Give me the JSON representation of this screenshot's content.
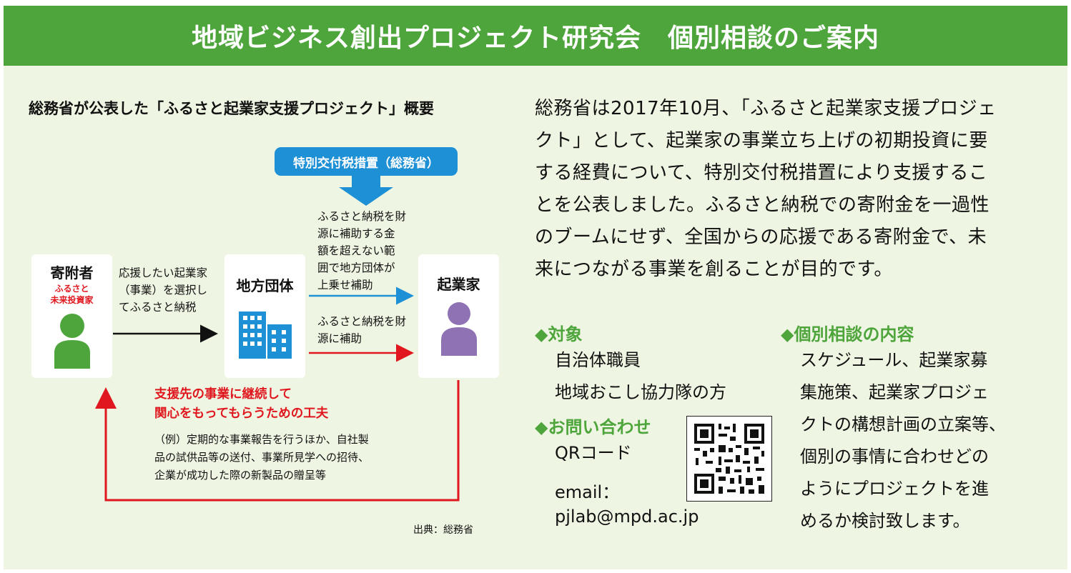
{
  "header": {
    "title": "地域ビジネス創出プロジェクト研究会　個別相談のご案内"
  },
  "diagram": {
    "title": "総務省が公表した「ふるさと起業家支援プロジェクト」概要",
    "tax_badge": "特別交付税措置（総務省）",
    "donor": {
      "label": "寄附者",
      "sub": [
        "ふるさと",
        "未来投資家"
      ]
    },
    "local_gov": {
      "label": "地方団体"
    },
    "entrepreneur": {
      "label": "起業家"
    },
    "arrow1_text": [
      "応援したい起業家",
      "（事業）を選択し",
      "てふるさと納税"
    ],
    "arrow_blue_text": [
      "ふるさと納税を財",
      "源に補助する金",
      "額を超えない範",
      "囲で地方団体が",
      "上乗せ補助"
    ],
    "arrow_red_text": [
      "ふるさと納税を財",
      "源に補助"
    ],
    "feedback_title": [
      "支援先の事業に継続して",
      "関心をもってもらうための工夫"
    ],
    "feedback_example": [
      "（例）定期的な事業報告を行うほか、自社製",
      "品の試供品等の送付、事業所見学への招待、",
      "企業が成功した際の新製品の贈呈等"
    ],
    "source": "出典：総務省"
  },
  "paragraph": [
    "総務省は2017年10月、「ふるさと起業家支援プロジェ",
    "クト」として、起業家の事業立ち上げの初期投資に要",
    "する経費について、特別交付税措置により支援するこ",
    "とを公表しました。ふるさと納税での寄附金を一過性",
    "のブームにせず、全国からの応援である寄附金で、未",
    "来につながる事業を創ることが目的です。"
  ],
  "target": {
    "heading": "◆対象",
    "items": [
      "自治体職員",
      "地域おこし協力隊の方"
    ]
  },
  "contact": {
    "heading": "◆お問い合わせ",
    "qr_label": "QRコード",
    "email_label": "email：",
    "email": "pjlab@mpd.ac.jp"
  },
  "consult": {
    "heading": "◆個別相談の内容",
    "lines": [
      "スケジュール、起業家募",
      "集施策、起業家プロジェ",
      "クトの構想計画の立案等、",
      "個別の事情に合わせどの",
      "ようにプロジェクトを進",
      "めるか検討致します。"
    ]
  },
  "colors": {
    "green": "#4ea53b",
    "blue": "#1e90d6",
    "red": "#e0171e",
    "purple": "#8e72b3",
    "background": "#eef5e2"
  }
}
